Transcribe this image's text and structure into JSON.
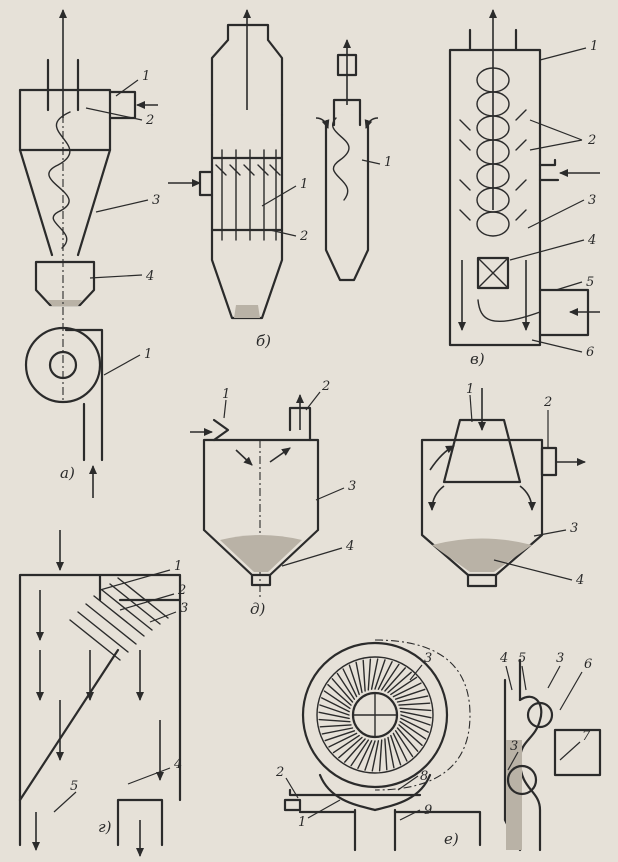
{
  "panels": {
    "a": {
      "caption": "а)",
      "labels": [
        "1",
        "2",
        "3",
        "4",
        "1"
      ]
    },
    "b": {
      "caption": "б)",
      "labels": [
        "1",
        "2",
        "1"
      ]
    },
    "v": {
      "caption": "в)",
      "labels": [
        "1",
        "2",
        "3",
        "4",
        "5",
        "6"
      ]
    },
    "g": {
      "caption": "г)",
      "labels": [
        "1",
        "2",
        "3",
        "4",
        "5"
      ]
    },
    "d": {
      "caption": "д)",
      "labels": [
        "1",
        "2",
        "3",
        "4",
        "1",
        "2",
        "3",
        "4"
      ]
    },
    "e": {
      "caption": "е)",
      "labels": [
        "3",
        "2",
        "1",
        "8",
        "9",
        "4",
        "5",
        "3",
        "6",
        "7",
        "3"
      ]
    }
  }
}
